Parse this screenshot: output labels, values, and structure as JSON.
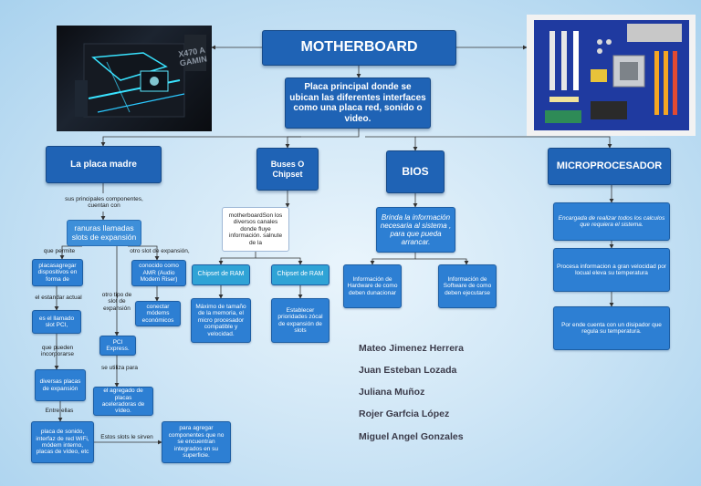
{
  "title": "MOTHERBOARD",
  "definition": "Placa principal donde se ubican las diferentes interfaces como una placa red, sonido o video.",
  "branches": {
    "placa_madre": "La placa madre",
    "buses": "Buses O Chipset",
    "bios": "BIOS",
    "micro": "MICROPROCESADOR"
  },
  "placa_madre": {
    "label_components": "sus principales componentes, cuentan con",
    "ranuras": "ranuras llamadas slots de expansión",
    "label_permite": "que permite",
    "label_otro_slot": "otro slot de expansión,",
    "placas_agregar": "placasagregar dispositivos en forma de",
    "amr": "conocido como AMR (Audio Modem Riser)",
    "label_estandar": "el estandar actual",
    "conectar_modems": "conectar módems económicos",
    "label_otro_tipo": "otro tipo de slot de expansión",
    "slot_pci": "es el llamado slot PCI,",
    "pci_express": "PCI Express.",
    "label_pueden": "que pueden incorporarse",
    "label_utiliza": "se utiliza  para",
    "diversas_placas": "diversas placas de expansión",
    "aceleradoras": "el agregado de placas aceleradoras de vídeo.",
    "label_entre": "Entre ellas",
    "placa_sonido": "placa de sonido, interfaz de red WiFi, módem interno, placas de vídeo, etc",
    "label_sirven": "Estos slots le sirven",
    "componentes_integrados": "para agregar componentes que no se encuentran integrados en su superficie."
  },
  "buses": {
    "description": "motherboardSon los diversos canales donde fluye información. salnute de la",
    "chipset_ram_1": "Chipset de RAM",
    "chipset_ram_2": "Chipset de RAM",
    "maximo": "Máximo de tamaño de la memoria, el micro procesador compatible y velocidad.",
    "establecer": "Establecer prioridades zócal de expansión de slots"
  },
  "bios": {
    "description": "Brinda la información necesaria al sistema , para que pueda arrancar.",
    "hardware": "Información de Hardware de como deben dunacionar",
    "software": "Información de Software de como deben ejecutarse"
  },
  "micro": {
    "item1": "Encargada de realizar todos los calculos que requiera el sistema.",
    "item2": "Procesa informacion a gran velocidad por locual eleva su temperatura",
    "item3": "Por ende cuenta con un disipador que regula su temperatura."
  },
  "authors": [
    "Mateo Jimenez Herrera",
    "Juan Esteban Lozada",
    "Juliana Muñoz",
    "Rojer Garfcia  López",
    "Miguel Angel Gonzales"
  ]
}
